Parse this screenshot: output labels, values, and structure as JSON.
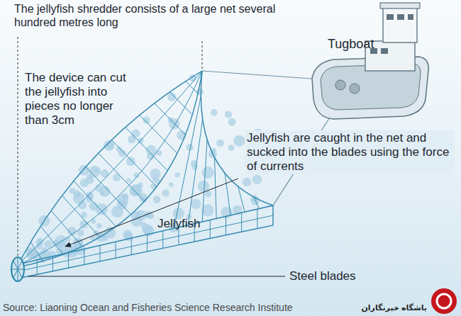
{
  "diagram": {
    "title": "The jellyfish shredder consists of a large net several hundred metres long",
    "caption": "Source: Liaoning Ocean and Fisheries Science Research Institute",
    "labels": [
      "Tugboat",
      "The device can cut the jellyfish into pieces no longer than 3cm",
      "Jellyfish are caught in the net and sucked into the blades using the force of currents",
      "Jellyfish",
      "Steel blades",
      "باشگاه خبرنگاران"
    ]
  }
}
